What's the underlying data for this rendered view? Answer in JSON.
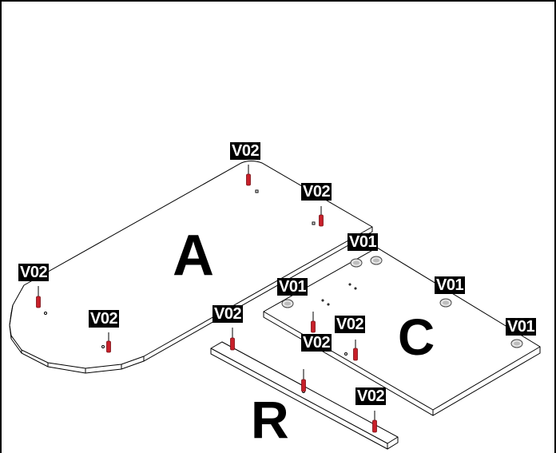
{
  "panels": {
    "a": "A",
    "c": "C",
    "r": "R"
  },
  "labels": {
    "v01": "V01",
    "v02": "V02"
  },
  "colors": {
    "dowel": "#c8202a",
    "dowel_dark": "#7a0f14",
    "cam": "#d9d9d9",
    "outline": "#000000",
    "tag_bg": "#000000",
    "tag_text": "#ffffff"
  },
  "hardware": {
    "v01_count": 5,
    "v02_count": 9
  }
}
